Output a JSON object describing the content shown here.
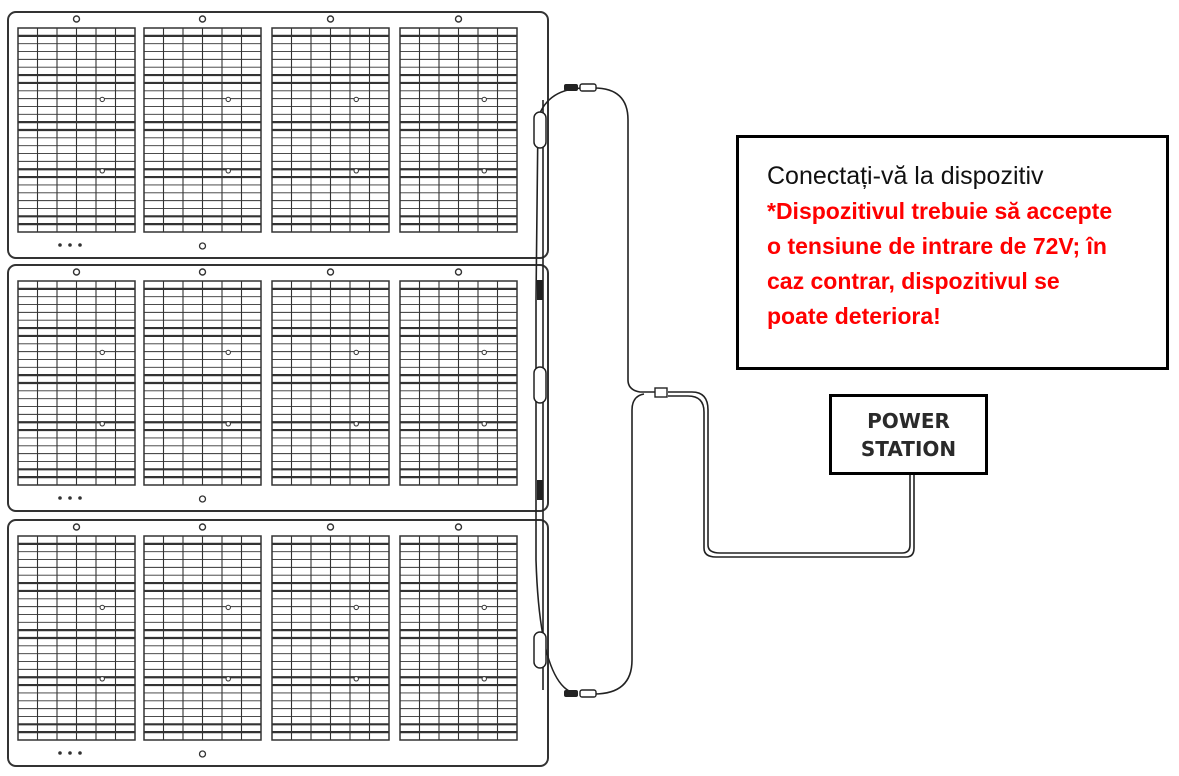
{
  "note": {
    "line1": "Conectați-vă la dispozitiv",
    "warning": "*Dispozitivul trebuie să accepte o tensiune de intrare de 72V; în caz contrar, dispozitivul se poate deteriora!"
  },
  "power_station": {
    "line1": "POWER",
    "line2": "STATION"
  },
  "colors": {
    "warning": "#ff0000",
    "stroke": "#222222",
    "panel_line": "#333333"
  },
  "panels": {
    "count": 3,
    "cells_per_panel": 4
  }
}
